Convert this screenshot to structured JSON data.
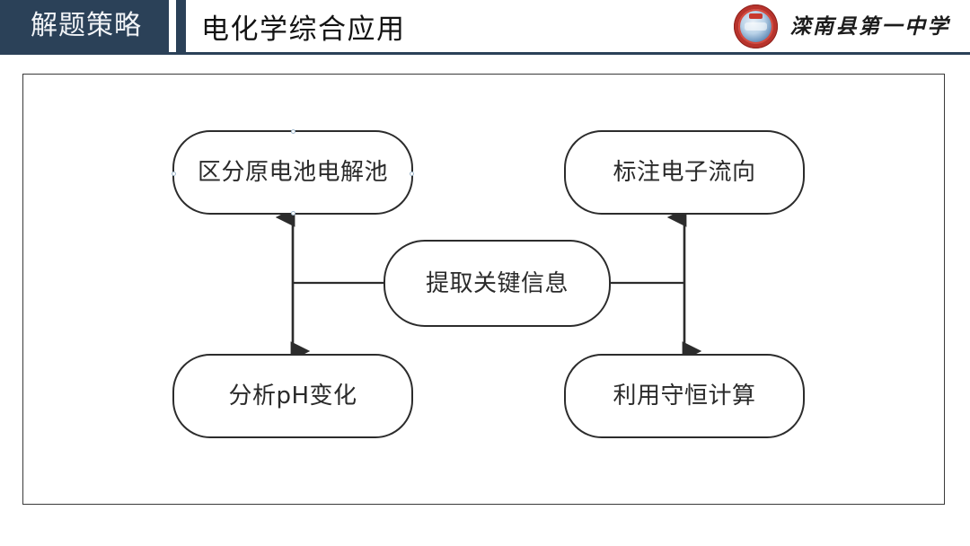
{
  "slide": {
    "background_color": "#ffffff",
    "accent_color": "#2b4158"
  },
  "header": {
    "tag_label": "解题策略",
    "title": "电化学综合应用",
    "accent_color": "#2b4158",
    "rule_color": "#2b4158"
  },
  "brand": {
    "school_name": "滦南县第一中学",
    "logo_icon": "school-crest-icon",
    "logo_ring_color": "#b8332c",
    "logo_center_color": "#5b87b4"
  },
  "diagram": {
    "type": "flowchart",
    "frame": {
      "border_color": "#3a3a3a"
    },
    "node_border_color": "#2c2c2c",
    "node_text_color": "#2a2a2a",
    "connector_color": "#2c2c2c",
    "nodes": [
      {
        "id": "top-left",
        "label": "区分原电池电解池"
      },
      {
        "id": "top-right",
        "label": "标注电子流向"
      },
      {
        "id": "center",
        "label": "提取关键信息"
      },
      {
        "id": "bottom-left",
        "label": "分析pH变化"
      },
      {
        "id": "bottom-right",
        "label": "利用守恒计算"
      }
    ],
    "connectors": [
      {
        "from": "center",
        "to": "left-spine",
        "style": "plain-line",
        "orientation": "horizontal"
      },
      {
        "from": "center",
        "to": "right-spine",
        "style": "plain-line",
        "orientation": "horizontal"
      },
      {
        "from": "bottom-left",
        "to": "top-left",
        "style": "double-arrow",
        "orientation": "vertical"
      },
      {
        "from": "bottom-right",
        "to": "top-right",
        "style": "double-arrow",
        "orientation": "vertical"
      }
    ]
  }
}
